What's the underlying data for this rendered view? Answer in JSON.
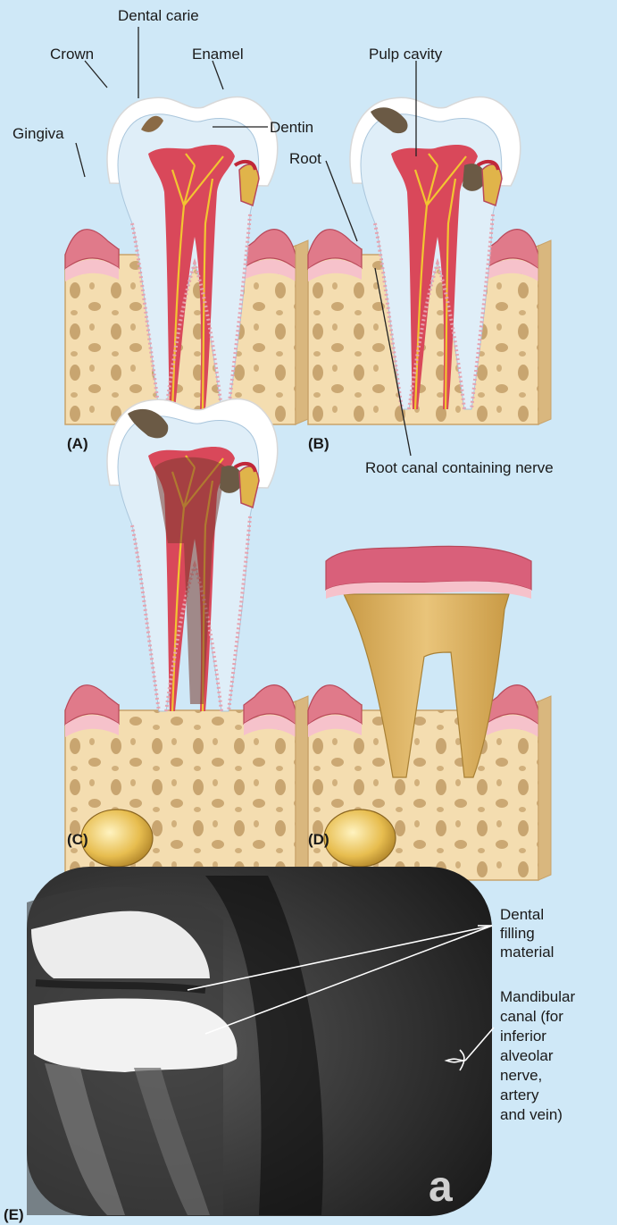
{
  "labels": {
    "dental_carie": "Dental carie",
    "crown": "Crown",
    "enamel": "Enamel",
    "gingiva": "Gingiva",
    "dentin": "Dentin",
    "pulp_cavity": "Pulp cavity",
    "root": "Root",
    "root_canal": "Root canal containing nerve",
    "xray_filling": [
      "Dental",
      "filling",
      "material"
    ],
    "mandibular_canal": [
      "Mandibular",
      "canal (for",
      "inferior",
      "alveolar",
      "nerve,",
      "artery",
      "and vein)"
    ],
    "xray_corner": "a"
  },
  "panels": {
    "a": "(A)",
    "b": "(B)",
    "c": "(C)",
    "d": "(D)",
    "e": "(E)"
  },
  "colors": {
    "background": "#cfe8f7",
    "bone": "#f4ddb0",
    "gum": "#e07a8a",
    "pulp": "#d9485a",
    "nerve": "#f2c531",
    "enamel": "#ffffff",
    "dentin": "#dfeef8",
    "decay": "#6b5a45",
    "filling": "#e0b44a"
  }
}
